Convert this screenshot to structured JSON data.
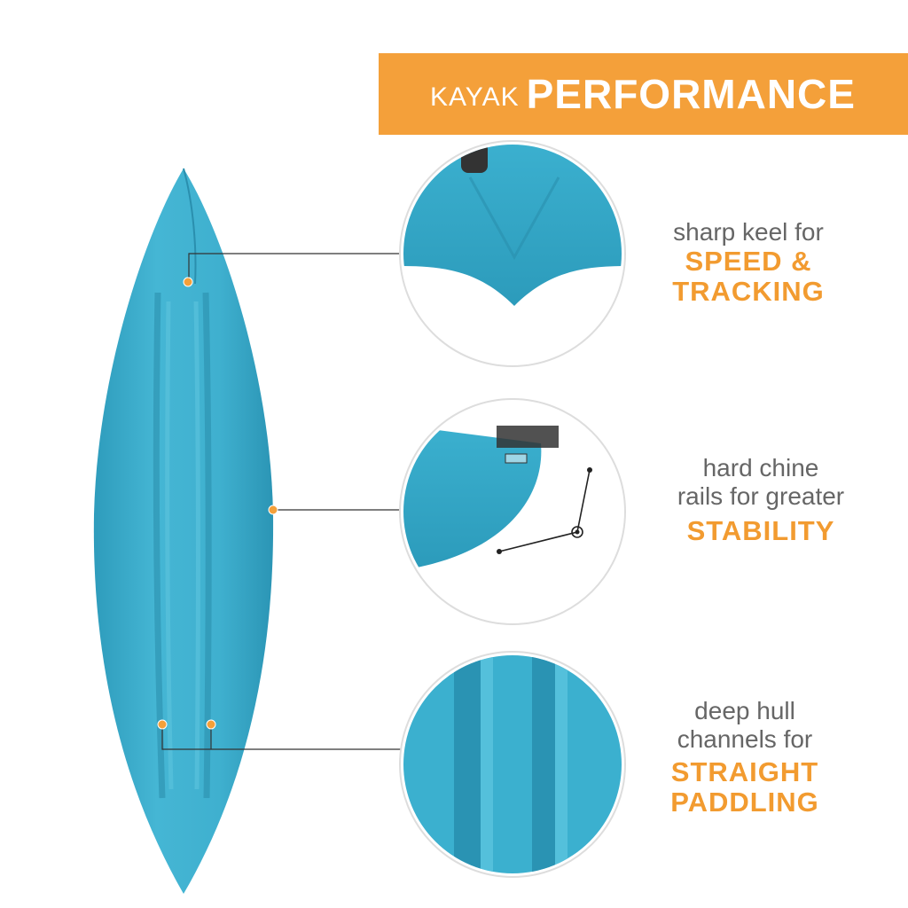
{
  "banner": {
    "prefix": "KAYAK",
    "title": "PERFORMANCE"
  },
  "features": [
    {
      "desc_lines": [
        "sharp keel for"
      ],
      "highlight_lines": [
        "SPEED &",
        "TRACKING"
      ]
    },
    {
      "desc_lines": [
        "hard chine",
        "rails for greater"
      ],
      "highlight_lines": [
        "STABILITY"
      ]
    },
    {
      "desc_lines": [
        "deep hull",
        "channels for"
      ],
      "highlight_lines": [
        "STRAIGHT",
        "PADDLING"
      ]
    }
  ],
  "colors": {
    "accent": "#f4a03a",
    "kayak": "#3fb1cf",
    "text": "#666666"
  }
}
